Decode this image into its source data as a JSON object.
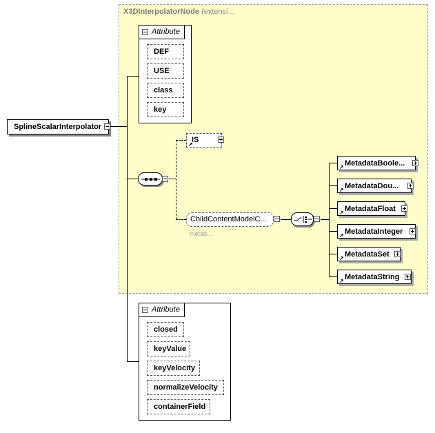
{
  "extension_label": "X3DInterpolatorNode",
  "extension_suffix": "(extensi...",
  "root_element": "SplineScalarInterpolator",
  "inherited_attributes": {
    "header": "Attribute",
    "items": [
      "DEF",
      "USE",
      "class",
      "key"
    ]
  },
  "own_attributes": {
    "header": "Attribute",
    "items": [
      "closed",
      "keyValue",
      "keyVelocity",
      "normalizeVelocity",
      "containerField"
    ]
  },
  "is_element": "IS",
  "child_group": {
    "label": "ChildContentModelC...",
    "sub_label": "metad..."
  },
  "choice_elements": [
    "MetadataBoole...",
    "MetadataDou...",
    "MetadataFloat",
    "MetadataInteger",
    "MetadataSet",
    "MetadataString"
  ]
}
